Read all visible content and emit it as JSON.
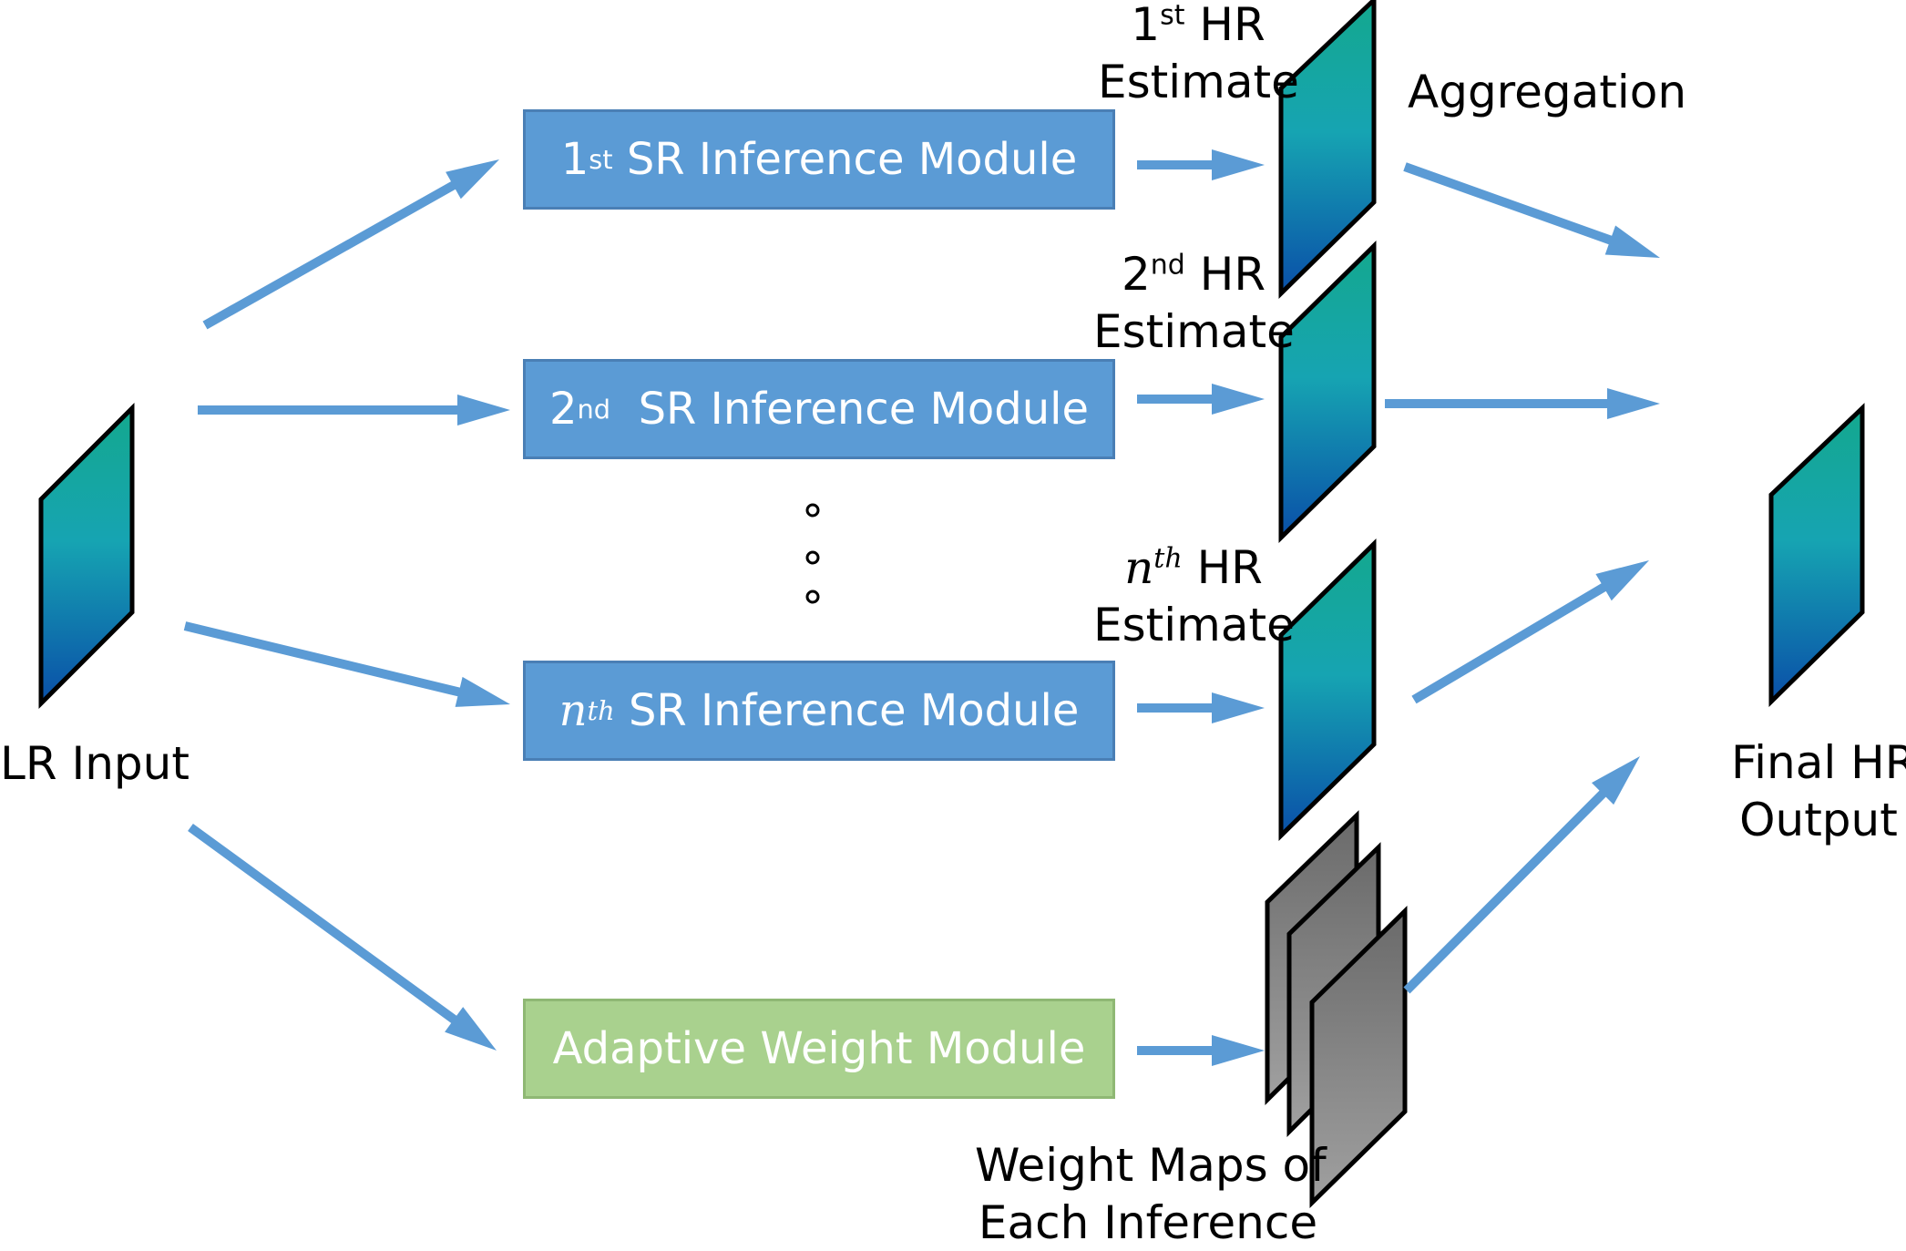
{
  "input": {
    "label": "LR Input"
  },
  "modules": [
    {
      "ord": "1",
      "sup": "st",
      "name": "SR Inference Module"
    },
    {
      "ord": "2",
      "sup": "nd",
      "name": "SR Inference Module"
    },
    {
      "ord": "n",
      "sup": "th",
      "name": "SR Inference Module"
    }
  ],
  "weight_module": {
    "label": "Adaptive Weight Module"
  },
  "estimates": [
    {
      "ord": "1",
      "sup": "st",
      "line1": "HR",
      "line2": "Estimate"
    },
    {
      "ord": "2",
      "sup": "nd",
      "line1": "HR",
      "line2": "Estimate"
    },
    {
      "ord": "n",
      "sup": "th",
      "line1": "HR",
      "line2": "Estimate"
    }
  ],
  "aggregation": {
    "label": "Aggregation"
  },
  "weight_maps": {
    "line1": "Weight Maps of",
    "line2": "Each Inference"
  },
  "output": {
    "line1": "Final HR",
    "line2": "Output"
  },
  "colors": {
    "arrow": "#5b9bd5",
    "module_fill": "#5b9bd5",
    "weight_module_fill": "#a9d18e",
    "image_top": "#14a88e",
    "image_bottom": "#0a4fa8",
    "map_top": "#6a6a6a",
    "map_bottom": "#a0a0a0"
  }
}
